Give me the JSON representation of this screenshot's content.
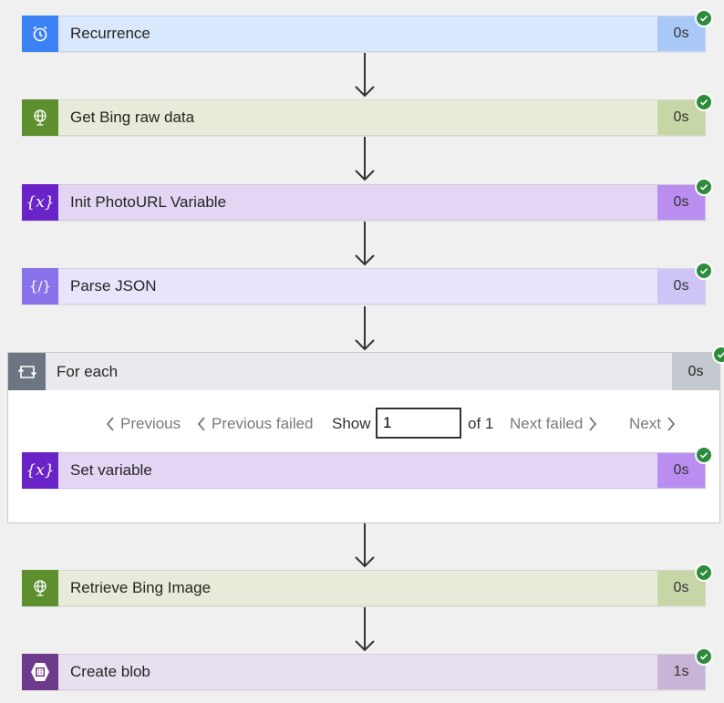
{
  "steps": {
    "recurrence": {
      "title": "Recurrence",
      "duration": "0s",
      "icon": "alarm-clock-icon"
    },
    "get_bing": {
      "title": "Get Bing raw data",
      "duration": "0s",
      "icon": "globe-icon"
    },
    "init_var": {
      "title": "Init PhotoURL Variable",
      "duration": "0s",
      "icon": "variable-icon"
    },
    "parse_json": {
      "title": "Parse JSON",
      "duration": "0s",
      "icon": "json-braces-icon"
    },
    "set_var": {
      "title": "Set variable",
      "duration": "0s",
      "icon": "variable-icon"
    },
    "retrieve_image": {
      "title": "Retrieve Bing Image",
      "duration": "0s",
      "icon": "globe-icon"
    },
    "create_blob": {
      "title": "Create blob",
      "duration": "1s",
      "icon": "blob-storage-icon"
    }
  },
  "foreach": {
    "title": "For each",
    "duration": "0s",
    "icon": "loop-icon"
  },
  "pager": {
    "previous": "Previous",
    "previous_failed": "Previous failed",
    "show": "Show",
    "current": "1",
    "of": "of 1",
    "next_failed": "Next failed",
    "next": "Next"
  },
  "colors": {
    "success": "#2e8b3c",
    "blue": "#3d82f4",
    "green": "#5d8f2f",
    "purple": "#6a23c7",
    "lavender": "#8a72ea",
    "plum": "#6d3a8c",
    "loop": "#6b7682"
  }
}
